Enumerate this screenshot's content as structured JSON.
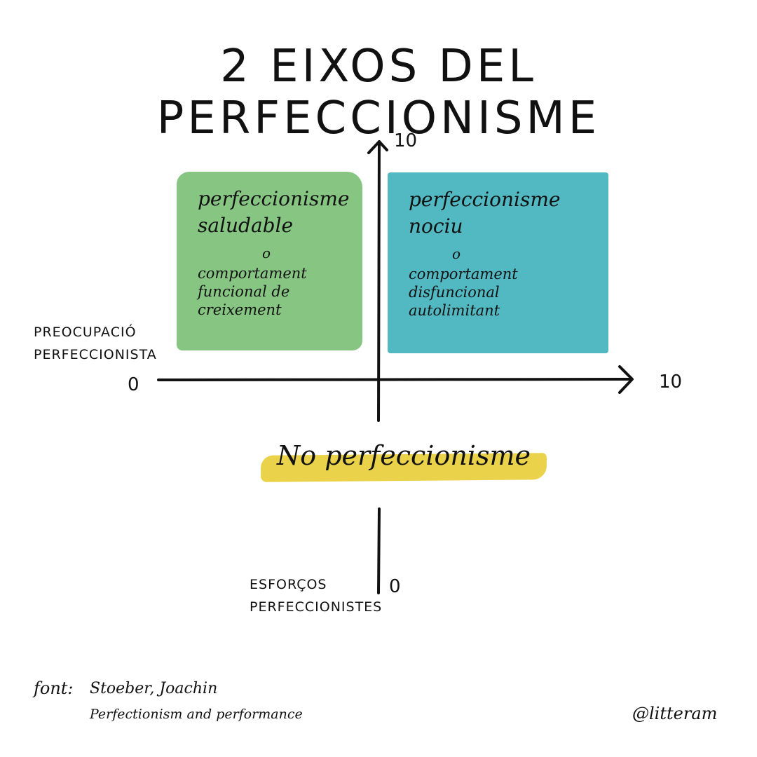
{
  "title": "2 EIXOS DEL PERFECCIONISME",
  "quadrants": [
    {
      "heading": "perfeccionisme saludable",
      "or": "o",
      "description": "comportament funcional de creixement",
      "color": "#86c582"
    },
    {
      "heading": "perfeccionisme nociu",
      "or": "o",
      "description": "comportament disfuncional autolimitant",
      "color": "#52b8c1"
    }
  ],
  "x_axis": {
    "label_line1": "PREOCUPACIÓ",
    "label_line2": "PERFECCIONISTA",
    "min": "0",
    "max": "10"
  },
  "y_axis": {
    "label_line1": "ESFORÇOS",
    "label_line2": "PERFECCIONISTES",
    "min": "0",
    "max": "10"
  },
  "no_perfectionism": {
    "text": "No perfeccionisme",
    "color": "#ead34a"
  },
  "source": {
    "label": "font:",
    "author": "Stoeber, Joachin",
    "work": "Perfectionism and performance"
  },
  "handle": "@litteram"
}
